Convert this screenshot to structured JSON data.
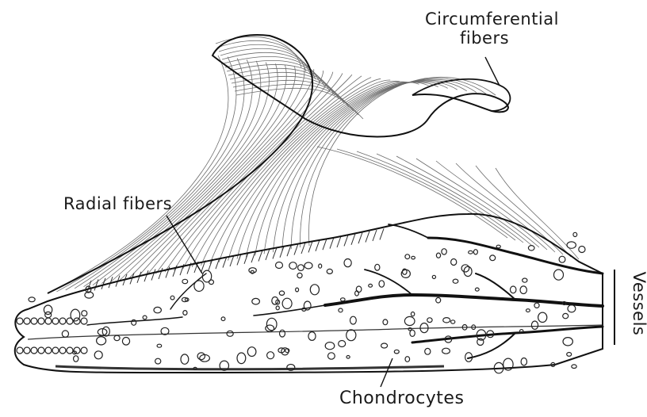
{
  "labels": {
    "circumferential_line1": "Circumferential",
    "circumferential_line2": "fibers",
    "radial": "Radial fibers",
    "chondrocytes": "Chondrocytes",
    "vessels": "Vessels"
  }
}
